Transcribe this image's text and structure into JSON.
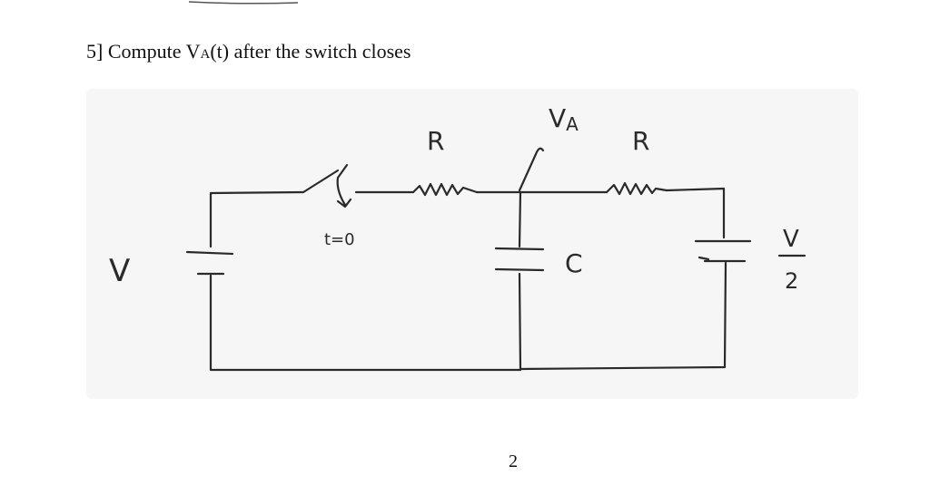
{
  "problem": {
    "number": "5]",
    "text_before": "Compute V",
    "subscript": "A",
    "text_after": "(t) after the switch closes"
  },
  "circuit": {
    "source_left_label": "V",
    "switch_label": "t=0",
    "resistor_left_label": "R",
    "node_label_main": "V",
    "node_label_sub": "A",
    "resistor_right_label": "R",
    "capacitor_label": "C",
    "source_right_numerator": "V",
    "source_right_denominator": "2"
  },
  "footer": {
    "page_number": "2"
  }
}
